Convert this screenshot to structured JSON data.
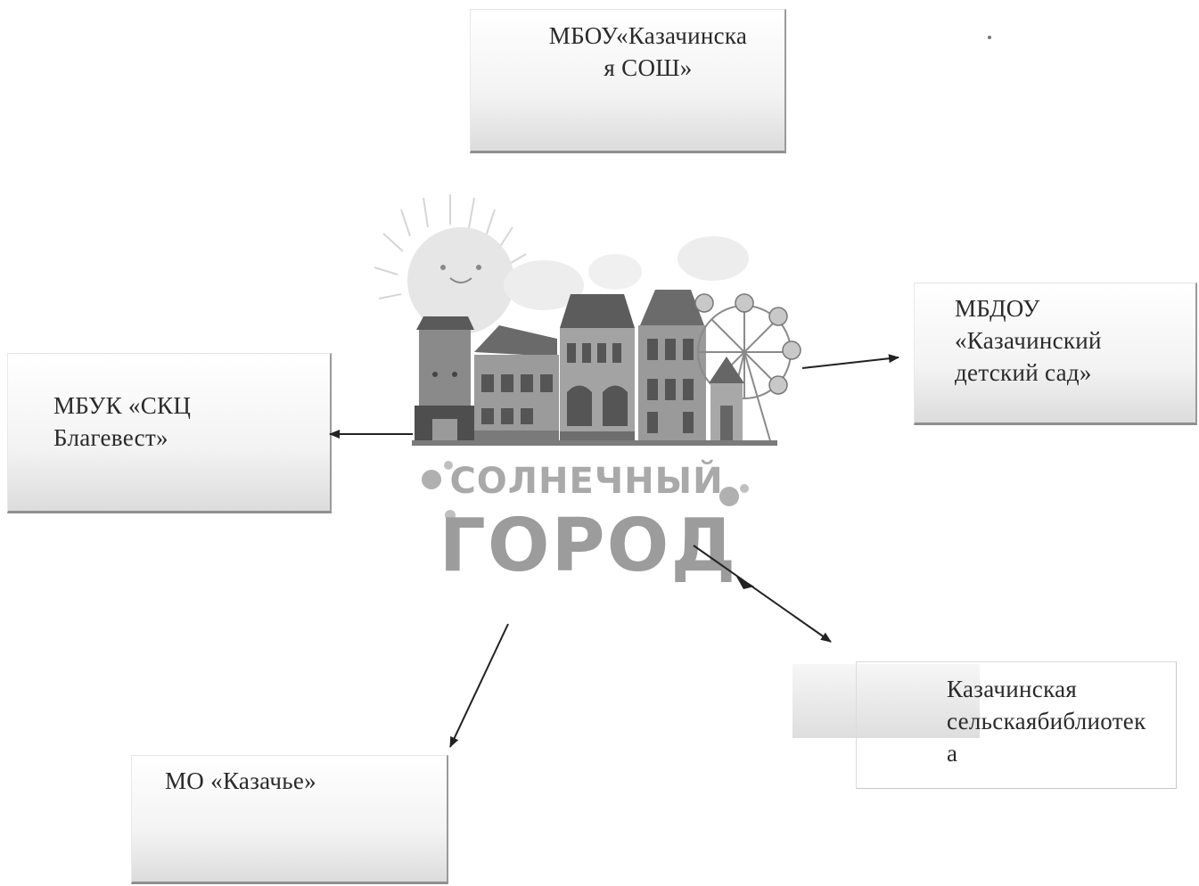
{
  "nodes": {
    "center": {
      "line1": "СОЛНЕЧНЫЙ",
      "line2": "ГОРОД"
    },
    "top": {
      "line1": "МБОУ«Казачинска",
      "line2": "я СОШ»"
    },
    "right": {
      "line1": "МБДОУ",
      "line2": "«Казачинский",
      "line3": "детский сад»"
    },
    "left": {
      "line1": "МБУК «СКЦ",
      "line2": "Благевест»"
    },
    "bottom_right": {
      "line1": "Казачинская",
      "line2": "сельскаябиблиотек",
      "line3": "а"
    },
    "bottom_left": {
      "line1": "МО «Казачье»"
    }
  },
  "colors": {
    "sun": "#e8e8e8",
    "building_dark": "#5a5a5a",
    "building_mid": "#8a8a8a",
    "building_light": "#b5b5b5",
    "logo_text": "#9a9a9a",
    "arrow": "#222222"
  },
  "icons": {
    "logo": "sunny-town-illustration"
  }
}
